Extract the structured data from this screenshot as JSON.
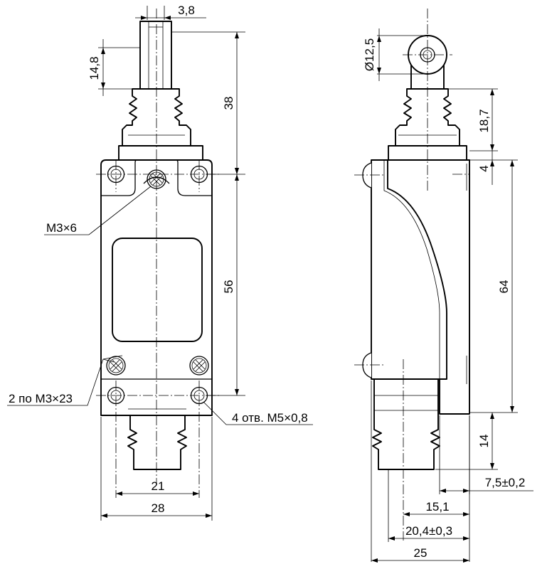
{
  "front_view": {
    "dim_plunger_width": "3,8",
    "dim_plunger_height": "14,8",
    "dim_top_height": "38",
    "dim_body_height": "56",
    "dim_hole_spacing": "21",
    "dim_body_width": "28",
    "label_top_screw": "M3×6",
    "label_side_screws": "2 по М3×23",
    "label_holes": "4 отв. М5×0,8"
  },
  "side_view": {
    "dim_roller_diameter": "Ø12,5",
    "dim_boot_height": "18,7",
    "dim_flange": "4",
    "dim_body_height": "64",
    "dim_bottom_height": "14",
    "dim_offset_small": "7,5±0,2",
    "dim_offset_mid": "15,1",
    "dim_offset_large": "20,4±0,3",
    "dim_total_width": "25"
  }
}
